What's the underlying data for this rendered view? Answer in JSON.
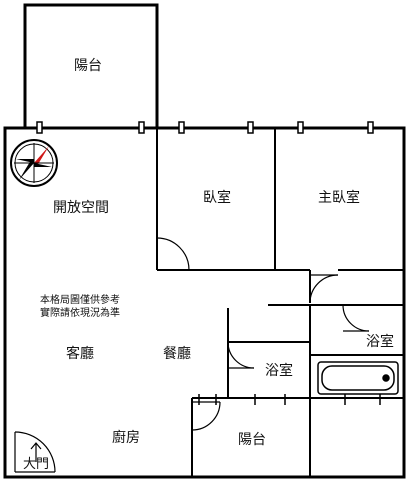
{
  "rooms": {
    "balcony_top": "陽台",
    "open_space": "開放空間",
    "bedroom": "臥室",
    "master_bedroom": "主臥室",
    "living_room": "客廳",
    "dining_room": "餐廳",
    "bathroom_center": "浴室",
    "bathroom_right": "浴室",
    "kitchen": "廚房",
    "balcony_bottom": "陽台",
    "main_door": "大門"
  },
  "note": {
    "line1": "本格局圖僅供參考",
    "line2": "實際請依現況為準"
  },
  "compass": {
    "icon": "compass-icon"
  },
  "colors": {
    "wall": "#000000",
    "fill": "#ffffff",
    "compass_red": "#d01818"
  }
}
